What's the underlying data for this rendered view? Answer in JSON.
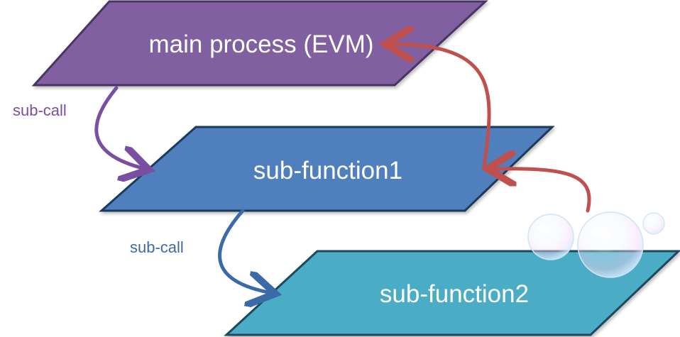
{
  "layers": {
    "main": {
      "label": "main process (EVM)",
      "color": "#8060a1"
    },
    "sub1": {
      "label": "sub-function1",
      "color": "#4f80bd"
    },
    "sub2": {
      "label": "sub-function2",
      "color": "#4bacc6"
    }
  },
  "calls": {
    "call1": {
      "label": "sub-call",
      "color": "#7a4ea0"
    },
    "call2": {
      "label": "sub-call",
      "color": "#3b6aa8"
    }
  },
  "returns": {
    "color": "#c0504d"
  },
  "outline": {
    "color": "#1f3a5c"
  }
}
